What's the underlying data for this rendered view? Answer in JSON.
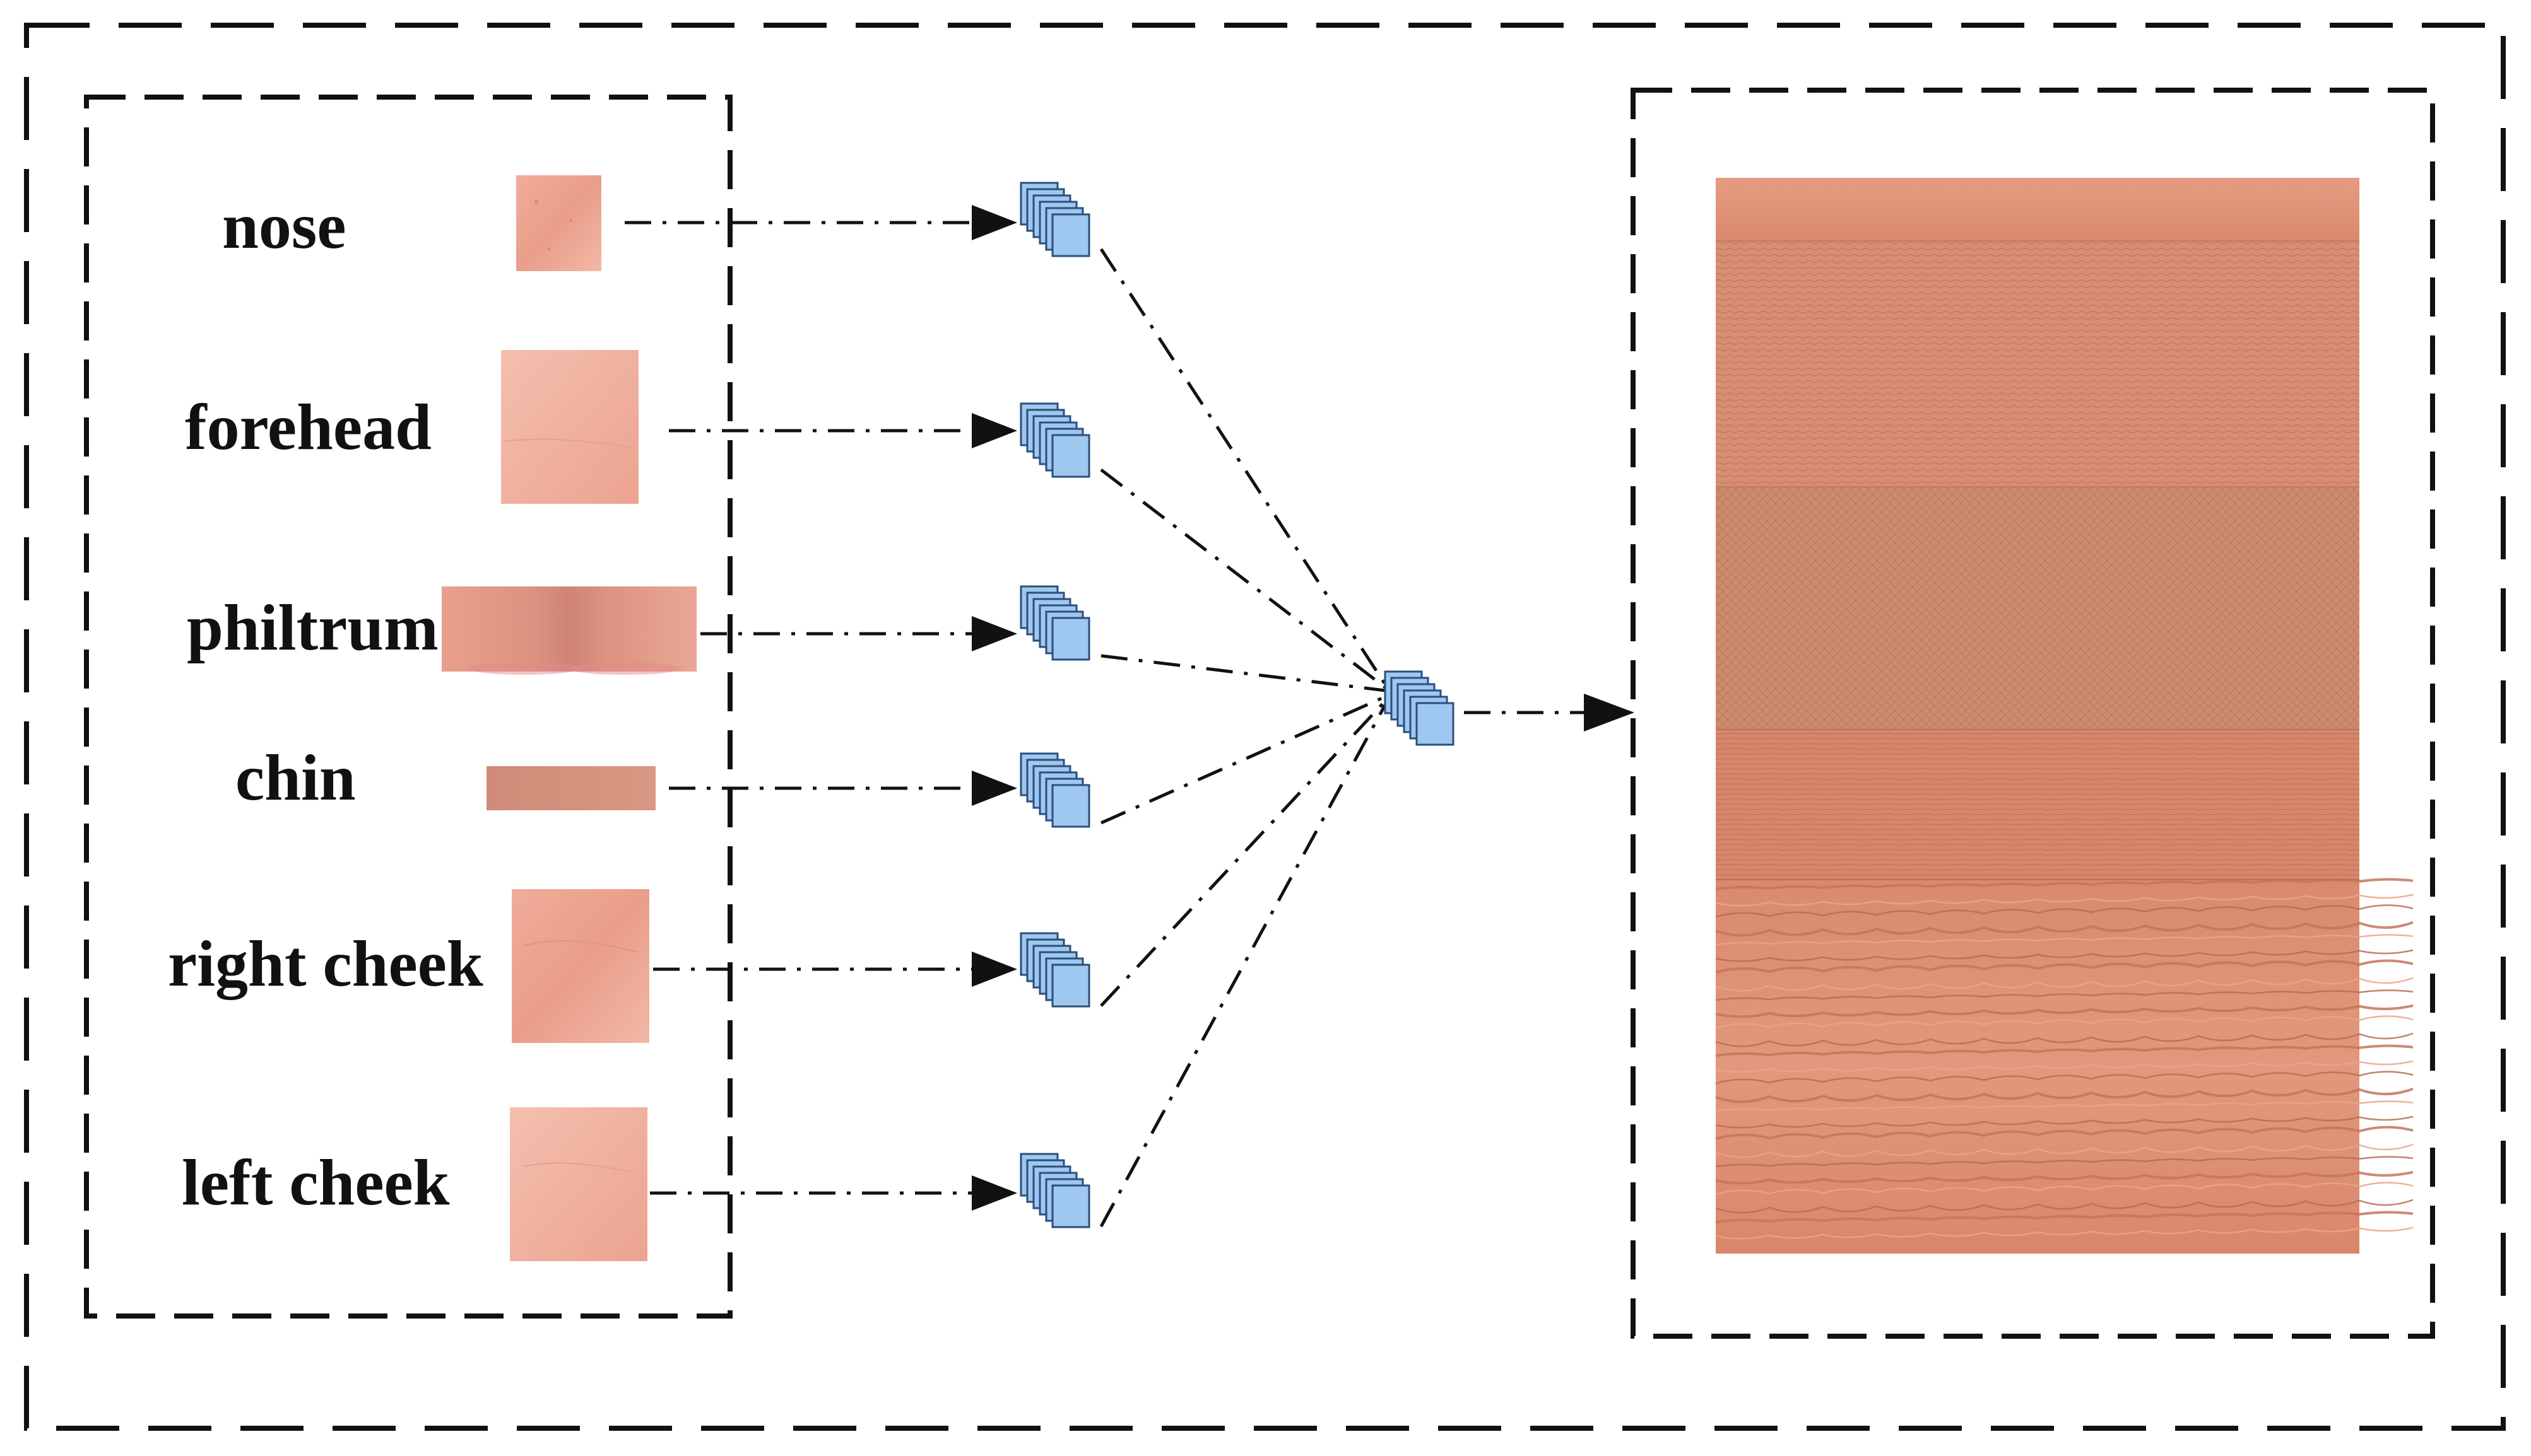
{
  "diagram": {
    "regions": [
      {
        "id": "nose",
        "label": "nose"
      },
      {
        "id": "forehead",
        "label": "forehead"
      },
      {
        "id": "philtrum",
        "label": "philtrum"
      },
      {
        "id": "chin",
        "label": "chin"
      },
      {
        "id": "right-cheek",
        "label": "right cheek"
      },
      {
        "id": "left-cheek",
        "label": "left cheek"
      }
    ],
    "colors": {
      "skin_patch": "#eaa390",
      "skin_patch_light": "#f2b6a4",
      "skin_patch_dark": "#d98e7a",
      "cube_fill": "#9ec8f0",
      "cube_stroke": "#2b4f7a",
      "texture_base": "#d98768",
      "line": "#111111"
    },
    "icons": {
      "feature_block": "stacked-feature-maps-icon",
      "arrow": "arrow-right-icon"
    }
  }
}
